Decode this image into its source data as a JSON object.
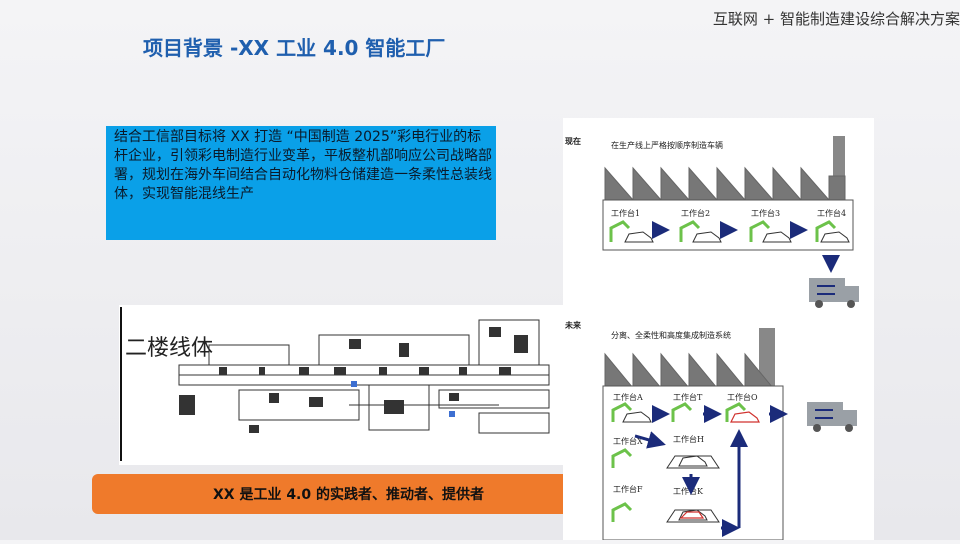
{
  "header": {
    "top_right": "互联网 + 智能制造建设综合解决方案",
    "title": "项目背景 -XX 工业 4.0 智能工厂"
  },
  "intro": {
    "text": "结合工信部目标将 XX 打造 “中国制造 2025”彩电行业的标杆企业，引领彩电制造行业变革，平板整机部响应公司战略部署，规划在海外车间结合自动化物料仓储建造一条柔性总装线体，实现智能混线生产"
  },
  "line_diagram": {
    "label": "二楼线体"
  },
  "banner": {
    "text": "XX 是工业 4.0 的实践者、推动者、提供者"
  },
  "comparison": {
    "now": {
      "label": "现在",
      "caption": "在生产线上严格按顺序制造车辆",
      "stations": [
        "工作台1",
        "工作台2",
        "工作台3",
        "工作台4"
      ]
    },
    "future": {
      "label": "未来",
      "caption": "分离、全柔性和高度集成制造系统",
      "stations": [
        "工作台A",
        "工作台T",
        "工作台O",
        "工作台X",
        "工作台H",
        "工作台F",
        "工作台K"
      ]
    }
  },
  "colors": {
    "title_blue": "#1f5fae",
    "intro_bg": "#0aa0e8",
    "banner_orange": "#ef7a2b",
    "arrow_navy": "#1b2b7a",
    "station_green": "#6cc24a"
  }
}
